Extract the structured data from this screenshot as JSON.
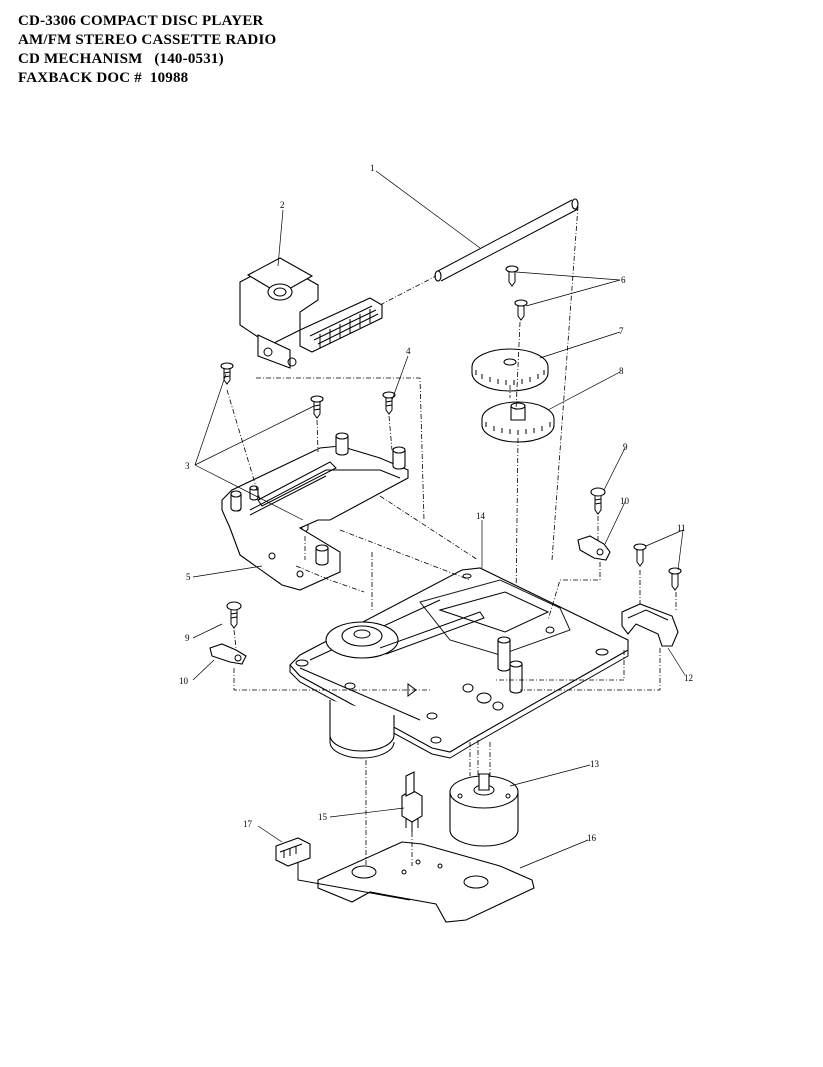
{
  "header": {
    "line1": "CD-3306 COMPACT DISC PLAYER",
    "line2": "AM/FM STEREO CASSETTE RADIO",
    "line3": "CD MECHANISM   (140-0531)",
    "line4": "FAXBACK DOC #  10988"
  },
  "callouts": {
    "c1": "1",
    "c2": "2",
    "c3": "3",
    "c4": "4",
    "c5": "5",
    "c6": "6",
    "c7": "7",
    "c8": "8",
    "c9a": "9",
    "c9b": "9",
    "c10a": "10",
    "c10b": "10",
    "c11": "11",
    "c12": "12",
    "c13": "13",
    "c14": "14",
    "c15": "15",
    "c16": "16",
    "c17": "17"
  }
}
